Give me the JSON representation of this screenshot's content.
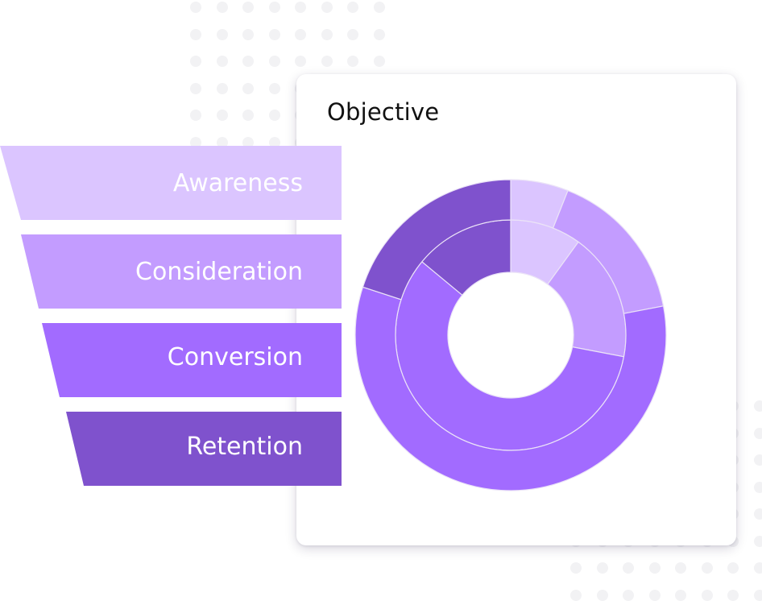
{
  "card": {
    "title": "Objective"
  },
  "funnel": {
    "stages": [
      {
        "label": "Awareness",
        "color": "#dbc5ff"
      },
      {
        "label": "Consideration",
        "color": "#c39cff"
      },
      {
        "label": "Conversion",
        "color": "#a26bff"
      },
      {
        "label": "Retention",
        "color": "#7f52cd"
      }
    ]
  },
  "chart_data": {
    "type": "sunburst",
    "title": "",
    "colors": {
      "Awareness": "#dbc5ff",
      "Consideration": "#c39cff",
      "Conversion": "#a26bff",
      "Retention": "#7f52cd",
      "separator": "#ebe3f7"
    },
    "inner_ring": [
      {
        "category": "Awareness",
        "value": 10
      },
      {
        "category": "Consideration",
        "value": 18
      },
      {
        "category": "Conversion",
        "value": 58
      },
      {
        "category": "Retention",
        "value": 14
      }
    ],
    "outer_ring": [
      {
        "category": "Awareness",
        "value": 6
      },
      {
        "category": "Consideration",
        "value": 16
      },
      {
        "category": "Conversion",
        "value": 58
      },
      {
        "category": "Retention",
        "value": 20
      }
    ]
  }
}
